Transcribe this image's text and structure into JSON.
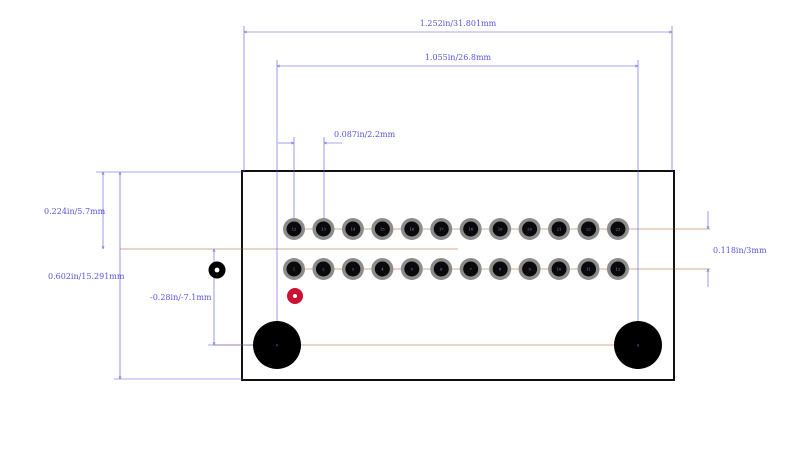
{
  "dimensions": {
    "overall_width": "1.252in/31.801mm",
    "mount_hole_spacing": "1.055in/26.8mm",
    "pin_pitch": "0.087in/2.2mm",
    "top_to_upper_row": "0.224in/5.7mm",
    "overall_height": "0.602in/15.291mm",
    "row_to_mount_holes": "-0.28in/-7.1mm",
    "row_spacing": "0.118in/3mm"
  },
  "pins": {
    "upper_row": [
      "12",
      "13",
      "14",
      "15",
      "16",
      "17",
      "18",
      "19",
      "20",
      "21",
      "22",
      "23"
    ],
    "lower_row": [
      "1",
      "2",
      "3",
      "4",
      "5",
      "6",
      "7",
      "8",
      "9",
      "10",
      "11",
      "12"
    ]
  },
  "mount_holes": {
    "left_label": "0",
    "right_label": "0"
  },
  "colors": {
    "dimension_line": "#5555dd",
    "outline": "#111111",
    "pad_ring": "#8c8c8c",
    "pad_center": "#0a0a0a",
    "pin1_marker": "#cc1133",
    "datum_line": "#aa5522"
  }
}
